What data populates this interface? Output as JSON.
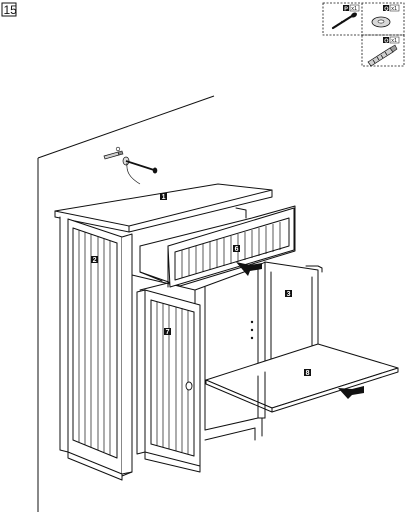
{
  "step": {
    "number": "15"
  },
  "hardware": [
    {
      "letter": "P",
      "qty": "x1",
      "icon": "screw-icon"
    },
    {
      "letter": "Q",
      "qty": "x1",
      "icon": "washer-icon"
    },
    {
      "letter": "O",
      "qty": "x1",
      "icon": "wall-plug-icon"
    }
  ],
  "parts": [
    {
      "id": "top",
      "label": "1"
    },
    {
      "id": "drawer",
      "label": "6"
    },
    {
      "id": "side-left",
      "label": "2"
    },
    {
      "id": "door",
      "label": "7"
    },
    {
      "id": "back-panel",
      "label": "3"
    },
    {
      "id": "shelf",
      "label": "8"
    }
  ]
}
